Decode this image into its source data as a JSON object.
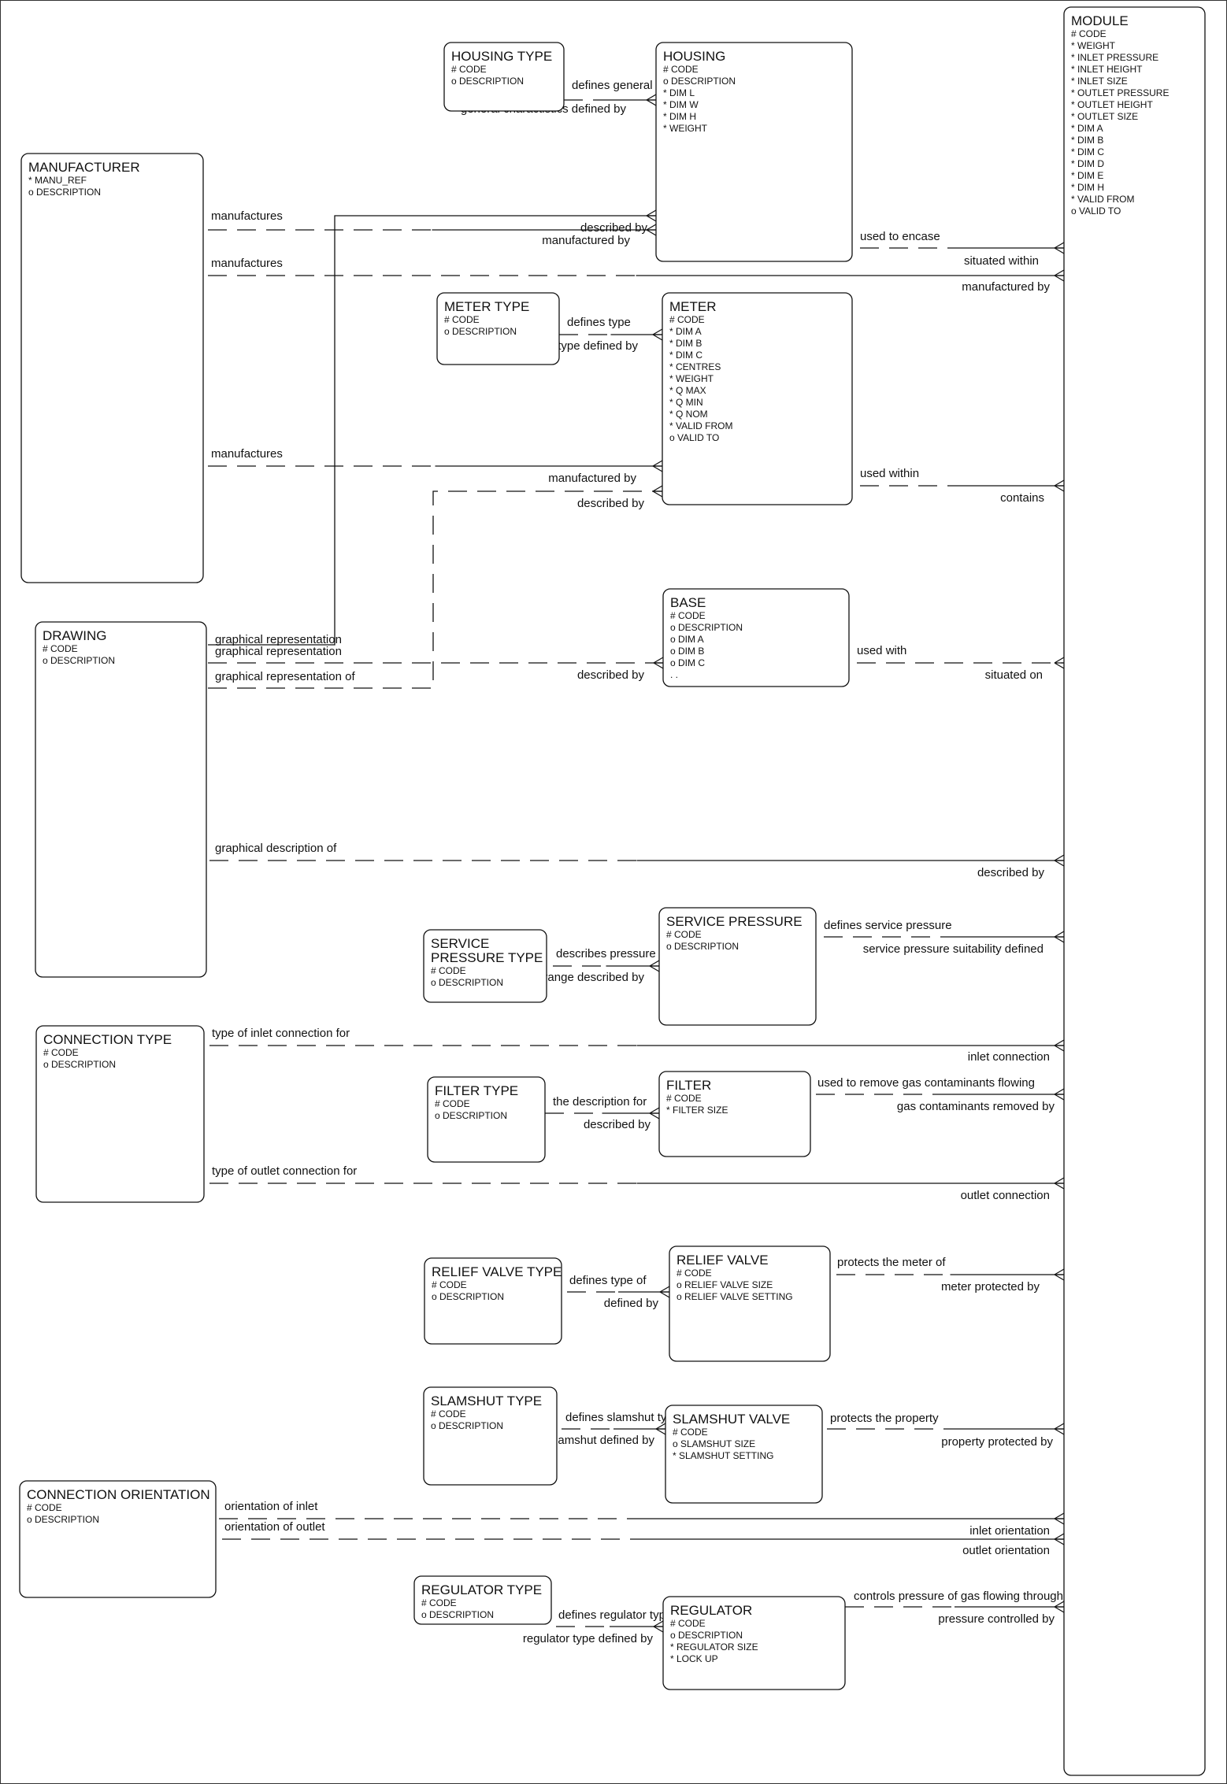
{
  "diagram": {
    "entities": {
      "housing_type": {
        "title": [
          "HOUSING TYPE"
        ],
        "attrs": [
          "# CODE",
          "o DESCRIPTION"
        ]
      },
      "housing": {
        "title": [
          "HOUSING"
        ],
        "attrs": [
          "# CODE",
          "o DESCRIPTION",
          "* DIM L",
          "* DIM W",
          "* DIM H",
          "* WEIGHT"
        ]
      },
      "module": {
        "title": [
          "MODULE"
        ],
        "attrs": [
          "# CODE",
          "* WEIGHT",
          "* INLET PRESSURE",
          "* INLET HEIGHT",
          "* INLET SIZE",
          "* OUTLET PRESSURE",
          "* OUTLET HEIGHT",
          "* OUTLET SIZE",
          "* DIM A",
          "* DIM B",
          "* DIM C",
          "* DIM D",
          "* DIM E",
          "* DIM H",
          "* VALID FROM",
          "o VALID TO"
        ]
      },
      "manufacturer": {
        "title": [
          "MANUFACTURER"
        ],
        "attrs": [
          "* MANU_REF",
          "o DESCRIPTION"
        ]
      },
      "meter_type": {
        "title": [
          "METER TYPE"
        ],
        "attrs": [
          "# CODE",
          "o DESCRIPTION"
        ]
      },
      "meter": {
        "title": [
          "METER"
        ],
        "attrs": [
          "# CODE",
          "* DIM A",
          "* DIM B",
          "* DIM C",
          "* CENTRES",
          "* WEIGHT",
          "* Q MAX",
          "* Q MIN",
          "* Q NOM",
          "* VALID FROM",
          "o VALID TO"
        ]
      },
      "drawing": {
        "title": [
          "DRAWING"
        ],
        "attrs": [
          "# CODE",
          "o DESCRIPTION"
        ]
      },
      "base": {
        "title": [
          "BASE"
        ],
        "attrs": [
          "# CODE",
          "o DESCRIPTION",
          "o DIM A",
          "o DIM B",
          "o DIM C",
          "..."
        ]
      },
      "service_pressure_type": {
        "title": [
          "SERVICE",
          "PRESSURE TYPE"
        ],
        "attrs": [
          "# CODE",
          "o DESCRIPTION"
        ]
      },
      "service_pressure": {
        "title": [
          "SERVICE PRESSURE"
        ],
        "attrs": [
          "# CODE",
          "o DESCRIPTION"
        ]
      },
      "connection_type": {
        "title": [
          "CONNECTION TYPE"
        ],
        "attrs": [
          "# CODE",
          "o DESCRIPTION"
        ]
      },
      "filter_type": {
        "title": [
          "FILTER TYPE"
        ],
        "attrs": [
          "# CODE",
          "o DESCRIPTION"
        ]
      },
      "filter": {
        "title": [
          "FILTER"
        ],
        "attrs": [
          "# CODE",
          "* FILTER SIZE"
        ]
      },
      "relief_valve_type": {
        "title": [
          "RELIEF VALVE TYPE"
        ],
        "attrs": [
          "# CODE",
          "o DESCRIPTION"
        ]
      },
      "relief_valve": {
        "title": [
          "RELIEF VALVE"
        ],
        "attrs": [
          "# CODE",
          "o RELIEF VALVE SIZE",
          "o RELIEF VALVE SETTING"
        ]
      },
      "slamshut_type": {
        "title": [
          "SLAMSHUT TYPE"
        ],
        "attrs": [
          "# CODE",
          "o DESCRIPTION"
        ]
      },
      "slamshut_valve": {
        "title": [
          "SLAMSHUT VALVE"
        ],
        "attrs": [
          "# CODE",
          "o SLAMSHUT SIZE",
          "* SLAMSHUT SETTING"
        ]
      },
      "connection_orientation": {
        "title": [
          "CONNECTION ORIENTATION"
        ],
        "attrs": [
          "# CODE",
          "o DESCRIPTION"
        ]
      },
      "regulator_type": {
        "title": [
          "REGULATOR TYPE"
        ],
        "attrs": [
          "# CODE",
          "o DESCRIPTION"
        ]
      },
      "regulator": {
        "title": [
          "REGULATOR"
        ],
        "attrs": [
          "# CODE",
          "o DESCRIPTION",
          "* REGULATOR SIZE",
          "* LOCK UP"
        ]
      }
    },
    "relationships": {
      "housing_type_housing": [
        "defines general charcteristics",
        "general charactistics defined by"
      ],
      "manufacturer_housing": [
        "manufactures",
        "manufactured by"
      ],
      "drawing_housing": [
        "graphical representation",
        "described by"
      ],
      "housing_module": [
        "used to encase",
        "situated within"
      ],
      "manufacturer_module": [
        "manufactures",
        "manufactured by"
      ],
      "meter_type_meter": [
        "defines type",
        "type defined by"
      ],
      "manufacturer_meter": [
        "manufactures",
        "manufactured by"
      ],
      "drawing_meter": [
        "graphical representation of",
        "described by"
      ],
      "meter_module": [
        "used within",
        "contains"
      ],
      "drawing_base": [
        "graphical representation",
        "described by"
      ],
      "base_module": [
        "used with",
        "situated on"
      ],
      "drawing_module": [
        "graphical description of",
        "described by"
      ],
      "sp_type_sp": [
        "describes pressure range",
        "pressure range described by"
      ],
      "sp_module": [
        "defines service pressure",
        "service pressure suitability defined"
      ],
      "conn_inlet": [
        "type of inlet connection for",
        "inlet connection"
      ],
      "filter_type_filter": [
        "the description for",
        "described by"
      ],
      "filter_module": [
        "used to remove gas contaminants flowing",
        "gas contaminants removed by"
      ],
      "conn_outlet": [
        "type of outlet connection for",
        "outlet connection"
      ],
      "rv_type_rv": [
        "defines type of",
        "defined by"
      ],
      "rv_module": [
        "protects the meter of",
        "meter protected by"
      ],
      "ss_type_ss": [
        "defines slamshut type",
        "slamshut defined by"
      ],
      "ss_module": [
        "protects the property",
        "property protected by"
      ],
      "orient_inlet": [
        "orientation of inlet",
        "inlet orientation"
      ],
      "orient_outlet": [
        "orientation of outlet",
        "outlet orientation"
      ],
      "reg_type_reg": [
        "defines regulator type",
        "regulator type defined by"
      ],
      "reg_module": [
        "controls pressure of gas flowing through",
        "pressure controlled by"
      ]
    }
  }
}
